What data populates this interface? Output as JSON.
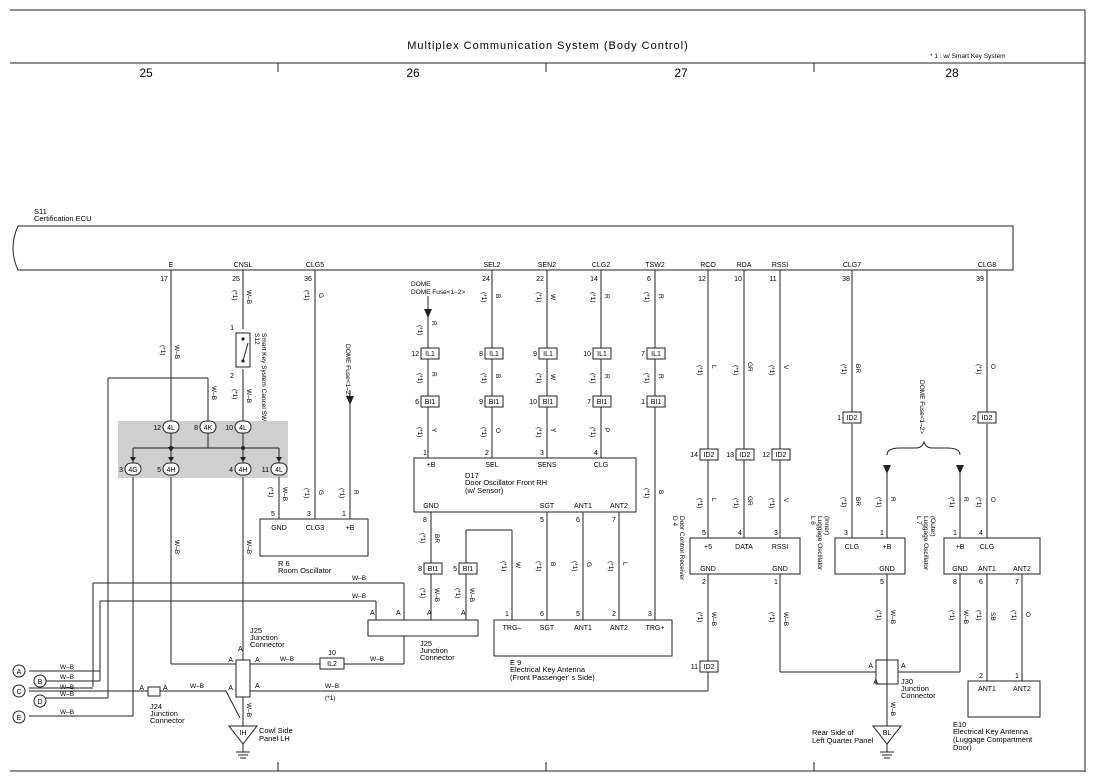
{
  "title": "Multiplex Communication System (Body Control)",
  "note": "* 1 : w/ Smart Key System",
  "columns": [
    "25",
    "26",
    "27",
    "28"
  ],
  "ecu": {
    "code": "S11",
    "name": "Certification ECU",
    "pins": [
      {
        "name": "E",
        "num": "17"
      },
      {
        "name": "CNSL",
        "num": "25"
      },
      {
        "name": "CLG5",
        "num": "36"
      },
      {
        "name": "SEL2",
        "num": "24"
      },
      {
        "name": "SEN2",
        "num": "22"
      },
      {
        "name": "CLG2",
        "num": "14"
      },
      {
        "name": "TSW2",
        "num": "6"
      },
      {
        "name": "RCO",
        "num": "12"
      },
      {
        "name": "RDA",
        "num": "10"
      },
      {
        "name": "RSSI",
        "num": "11"
      },
      {
        "name": "CLG7",
        "num": "38"
      },
      {
        "name": "CLG8",
        "num": "39"
      }
    ]
  },
  "dome_fuse_top": "DOME Fuse<1–2>",
  "dome_fuse_vertical": "DOME Fuse<1–2>",
  "dome_fuse_right": "DOME Fuse<1–2>",
  "switch": {
    "code": "S12",
    "name": "Smart Key System Cancel SW",
    "pin1": "1",
    "pin2": "2"
  },
  "wires": {
    "wb": "W–B",
    "r": "R",
    "b": "B",
    "w": "W",
    "g": "G",
    "l": "L",
    "gr": "GR",
    "v": "V",
    "br": "BR",
    "o": "O",
    "y": "Y",
    "p": "P",
    "sb": "SB",
    "star1": "(*1)"
  },
  "connectors": {
    "il1": "IL1",
    "bi1": "BI1",
    "id2": "ID2",
    "il2": "IL2",
    "c4l": "4L",
    "c4k": "4K",
    "c4g": "4G",
    "c4h": "4H"
  },
  "r6": {
    "code": "R 6",
    "name": "Room Oscillator",
    "pins": [
      "GND",
      "CLG3",
      "+B"
    ],
    "nums": [
      "5",
      "3",
      "1"
    ]
  },
  "d17": {
    "code": "D17",
    "name": "Door Oscillator Front RH",
    "sub": "(w/ Sensor)",
    "top_pins": [
      "+B",
      "SEL",
      "SENS",
      "CLG"
    ],
    "top_nums": [
      "1",
      "2",
      "3",
      "4"
    ],
    "bot_pins": [
      "GND",
      "SGT",
      "ANT1",
      "ANT2"
    ],
    "bot_nums": [
      "8",
      "5",
      "6",
      "7"
    ]
  },
  "e9": {
    "code": "E 9",
    "name": "Electrical Key Antenna",
    "sub": "(Front Passenger' s Side)",
    "pins": [
      "TRG–",
      "SGT",
      "ANT1",
      "ANT2",
      "TRG+"
    ],
    "nums": [
      "1",
      "6",
      "5",
      "2",
      "3"
    ]
  },
  "d4": {
    "code": "D 4",
    "name": "Door Control Receiver",
    "top_pins": [
      "+5",
      "DATA",
      "RSSI"
    ],
    "top_nums": [
      "5",
      "4",
      "3"
    ],
    "bot_pins": [
      "GND",
      "GND"
    ],
    "bot_nums": [
      "2",
      "1"
    ]
  },
  "l6": {
    "code": "L 6",
    "name": "Luggage Oscillator",
    "sub": "(Inner)",
    "top_pins": [
      "CLG",
      "+B"
    ],
    "top_nums": [
      "3",
      "1"
    ],
    "bot_pins": [
      "GND"
    ],
    "bot_nums": [
      "5"
    ]
  },
  "l7": {
    "code": "L 7",
    "name": "Luggage Oscillator",
    "sub": "(Outer)",
    "top_pins": [
      "+B",
      "CLG"
    ],
    "top_nums": [
      "1",
      "4"
    ],
    "bot_pins": [
      "GND",
      "ANT1",
      "ANT2"
    ],
    "bot_nums": [
      "8",
      "6",
      "7"
    ]
  },
  "e10": {
    "code": "E10",
    "name": "Electrical Key Antenna",
    "sub1": "(Luggage Compartment",
    "sub2": "Door)",
    "pins": [
      "ANT1",
      "ANT2"
    ],
    "nums": [
      "2",
      "1"
    ]
  },
  "j25": {
    "code": "J25",
    "name1": "Junction",
    "name2": "Connector"
  },
  "j24": {
    "code": "J24",
    "name1": "Junction",
    "name2": "Connector"
  },
  "j30": {
    "code": "J30",
    "name1": "Junction",
    "name2": "Connector"
  },
  "grounds": [
    {
      "code": "IH",
      "label1": "Cowl Side",
      "label2": "Panel LH"
    },
    {
      "code": "BL",
      "label1": "Rear Side of",
      "label2": "Left Quarter Panel"
    }
  ],
  "offpage": [
    "A",
    "B",
    "C",
    "D",
    "E"
  ],
  "letter_a": "A"
}
